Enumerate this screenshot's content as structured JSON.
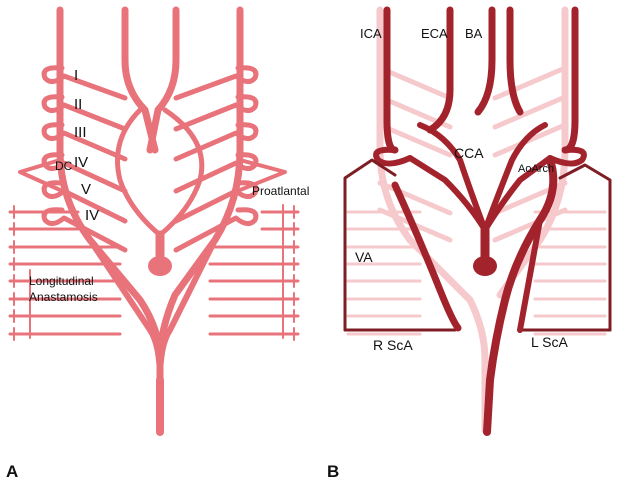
{
  "colors": {
    "embryo_vessel": "#e8737a",
    "embryo_dark": "#d85d66",
    "adult_vessel": "#a3232d",
    "adult_outline": "#7e1e24",
    "ghost_vessel": "#f6c9cc",
    "label_text": "#111111",
    "background": "#ffffff"
  },
  "panel_a": {
    "letter": "A",
    "arch_labels": [
      "I",
      "II",
      "III",
      "IV",
      "V",
      "IV"
    ],
    "dc_label": "DC",
    "proatlantal_label": "Proatlantal",
    "longitudinal_label_line1": "Longitudinal",
    "longitudinal_label_line2": "Anastamosis"
  },
  "panel_b": {
    "letter": "B",
    "ica_label": "ICA",
    "eca_label": "ECA",
    "ba_label": "BA",
    "cca_label": "CCA",
    "aoarch_label": "AoArch",
    "va_label": "VA",
    "rsca_label": "R ScA",
    "lsca_label": "L ScA"
  }
}
